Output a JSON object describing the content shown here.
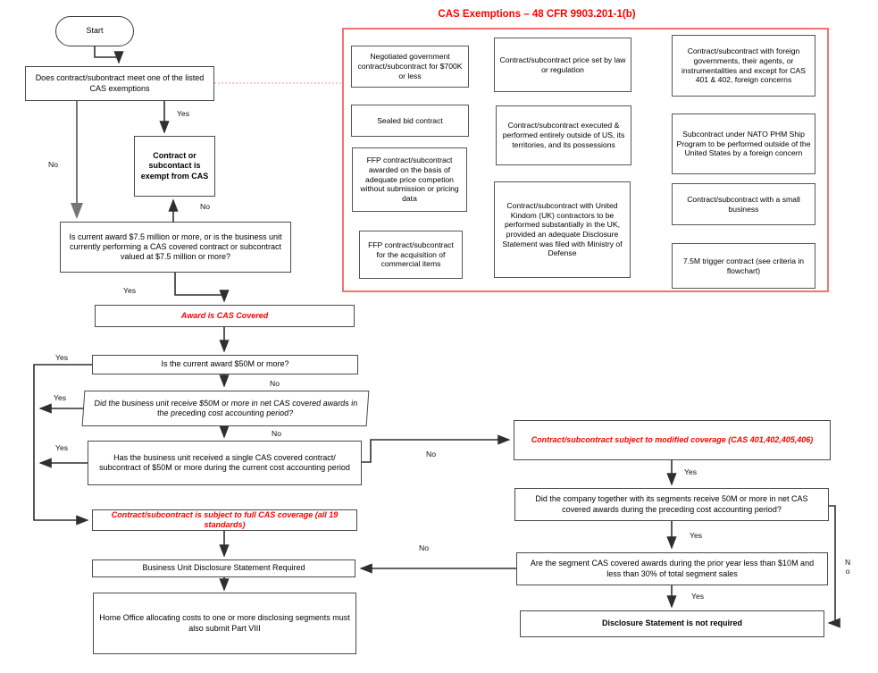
{
  "frame": {
    "title": "CAS Exemptions – 48 CFR 9903.201-1(b)"
  },
  "colors": {
    "accent_red": "#FF0000",
    "frame_border": "#F87171",
    "line": "#2F2F2F",
    "line_gray": "#757575"
  },
  "nodes": {
    "start": "Start",
    "q_exemptions": "Does contract/subontract meet one of the listed CAS exemptions",
    "exempt": "Contract or subcontact is exempt from CAS",
    "q_75m": "Is current award $7.5 million or more, or is the business unit currently performing a CAS covered contract or subcontract valued at $7.5 million or more?",
    "cas_covered": "Award is CAS Covered",
    "q_50m": "Is the current award $50M or more?",
    "q_50m_preceding": "Did the business unit receive $50M or more in net CAS covered awards in the preceding cost accounting period?",
    "q_single_50m": "Has the business unit received a single CAS covered contract/ subcontract of $50M or more during the current cost accounting period",
    "full_coverage": "Contract/subcontract is subject to full CAS coverage (all 19 standards)",
    "bu_disclosure": "Business Unit Disclosure Statement Required",
    "home_office": "Home Office allocating costs to one or more disclosing segments must also submit Part VIII",
    "modified": "Contract/subcontract subject to modified coverage (CAS 401,402,405,406)",
    "q_company_50m": "Did the company together with its segments receive 50M or more in net CAS covered awards during the preceding cost accounting period?",
    "q_segment_10m": "Are the segment CAS covered awards during the prior year less than $10M and less than 30% of total segment sales",
    "no_disclosure": "Disclosure Statement is not required"
  },
  "exemptions": [
    "Negotiated government contract/subcontract for $700K or less",
    "Sealed bid contract",
    "FFP contract/subcontract awarded on the basis of adequate price competion without submission or pricing data",
    "FFP contract/subcontract for the acquisition of commercial items",
    "Contract/subcontract price set by law or regulation",
    "Contract/subcontract executed & performed entirely outside of US, its territories, and its possessions",
    "Contract/subcontract with United Kindom (UK) contractors to be performed substantially in the UK, provided an adequate Disclosure Statement was filed with Ministry of Defense",
    "Contract/subcontract with foreign governments, their agents, or instrumentalities and except for CAS 401 & 402, foreign concerns",
    "Subcontract under NATO PHM Ship Program to be performed outside of the United States by a foreign concern",
    "Contract/subcontract with a small business",
    "7.5M trigger contract (see criteria in flowchart)"
  ],
  "edge_labels": {
    "exempt_yes": "Yes",
    "q_exemptions_no": "No",
    "exempt_back_no": "No",
    "q75m_yes": "Yes",
    "q50m_yes": "Yes",
    "q50m_no": "No",
    "preceding_yes": "Yes",
    "preceding_no": "No",
    "single_yes": "Yes",
    "single_no": "No",
    "modified_yes": "Yes",
    "company_yes": "Yes",
    "segment_no_left": "No",
    "company_no_right": "N\no",
    "segment_yes": "Yes"
  }
}
